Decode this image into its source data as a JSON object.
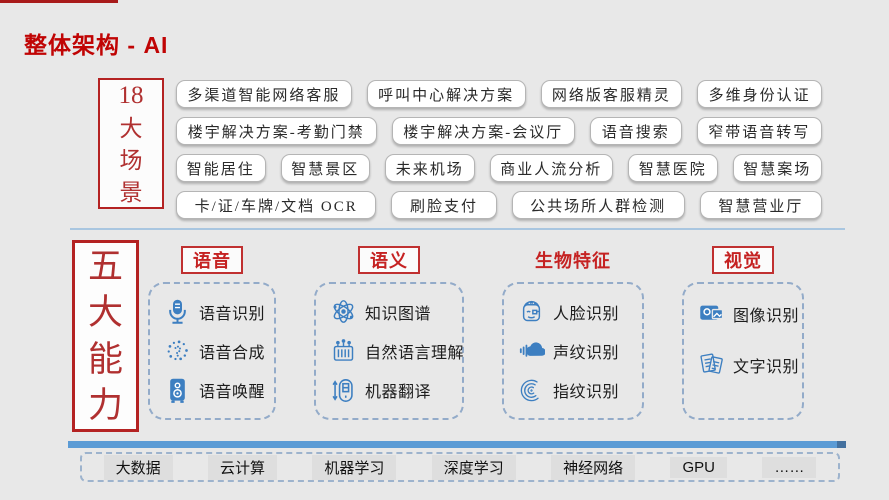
{
  "page": {
    "title": "整体架构 - AI"
  },
  "colors": {
    "accent_red": "#b42222",
    "title_red": "#c00404",
    "icon_blue": "#3d7fc1",
    "bar_blue": "#5b9bd5",
    "dashed_border_blue": "#93abc9"
  },
  "scenarios": {
    "label_number": "18",
    "label_chars": [
      "大",
      "场",
      "景"
    ],
    "rows": [
      [
        "多渠道智能网络客服",
        "呼叫中心解决方案",
        "网络版客服精灵",
        "多维身份认证"
      ],
      [
        "楼宇解决方案-考勤门禁",
        "楼宇解决方案-会议厅",
        "语音搜索",
        "窄带语音转写"
      ],
      [
        "智能居住",
        "智慧景区",
        "未来机场",
        "商业人流分析",
        "智慧医院",
        "智慧案场"
      ],
      [
        "卡/证/车牌/文档 OCR",
        "刷脸支付",
        "公共场所人群检测",
        "智慧营业厅"
      ]
    ]
  },
  "capabilities": {
    "label_chars": [
      "五",
      "大",
      "能",
      "力"
    ],
    "columns": [
      {
        "header": "语音",
        "boxed": true,
        "items": [
          {
            "icon": "microphone-icon",
            "label": "语音识别"
          },
          {
            "icon": "speech-synthesis-icon",
            "label": "语音合成"
          },
          {
            "icon": "speaker-icon",
            "label": "语音唤醒"
          }
        ]
      },
      {
        "header": "语义",
        "boxed": true,
        "items": [
          {
            "icon": "atom-icon",
            "label": "知识图谱"
          },
          {
            "icon": "nlu-machine-icon",
            "label": "自然语言理解"
          },
          {
            "icon": "translate-icon",
            "label": "机器翻译"
          }
        ]
      },
      {
        "header": "生物特征",
        "boxed": false,
        "items": [
          {
            "icon": "face-icon",
            "label": "人脸识别"
          },
          {
            "icon": "voiceprint-icon",
            "label": "声纹识别"
          },
          {
            "icon": "fingerprint-icon",
            "label": "指纹识别"
          }
        ]
      },
      {
        "header": "视觉",
        "boxed": true,
        "items": [
          {
            "icon": "image-recognition-icon",
            "label": "图像识别"
          },
          {
            "icon": "ocr-document-icon",
            "label": "文字识别"
          }
        ]
      }
    ]
  },
  "tech_stack": {
    "items": [
      "大数据",
      "云计算",
      "机器学习",
      "深度学习",
      "神经网络",
      "GPU",
      "……"
    ]
  }
}
